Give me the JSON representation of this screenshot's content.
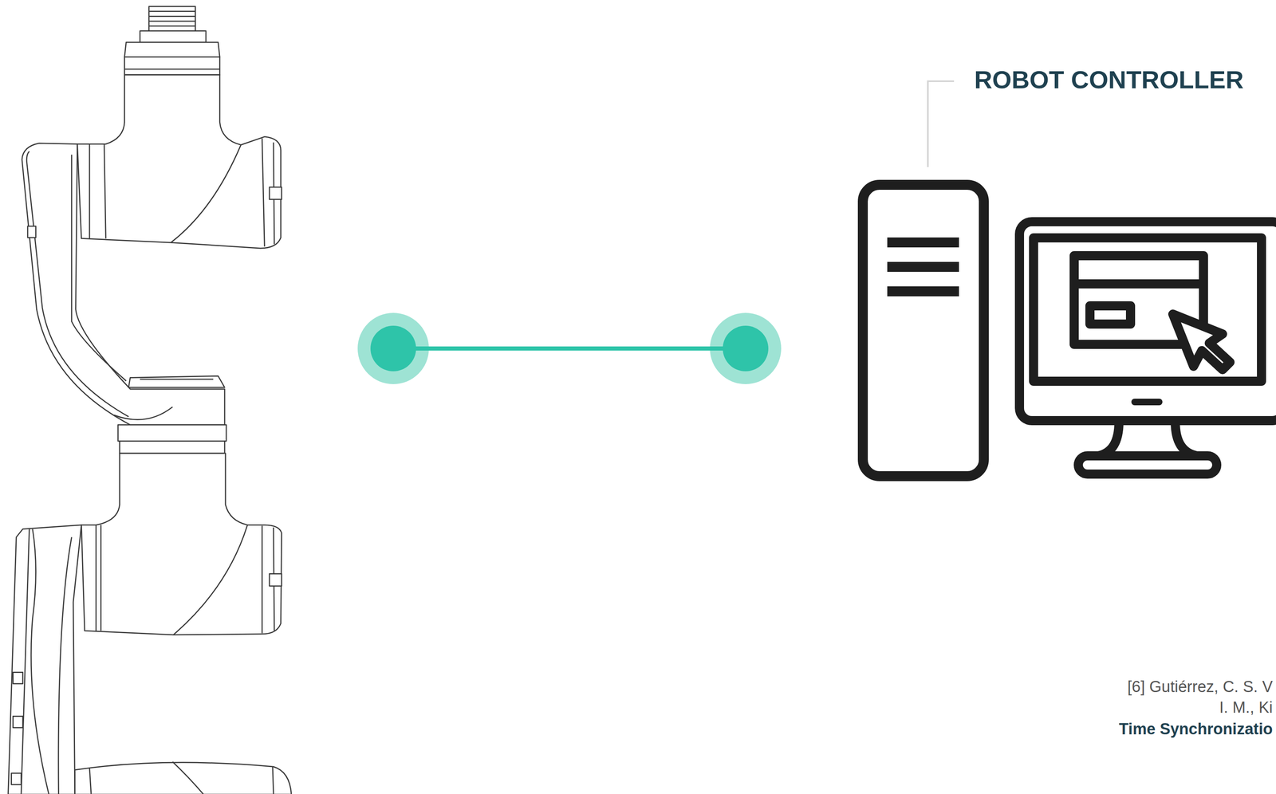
{
  "diagram": {
    "labels": [
      "ROBOT CONTROLLER",
      "[6] Gutiérrez, C. S. V",
      "I. M., Ki",
      "Time Synchronizatio"
    ]
  }
}
